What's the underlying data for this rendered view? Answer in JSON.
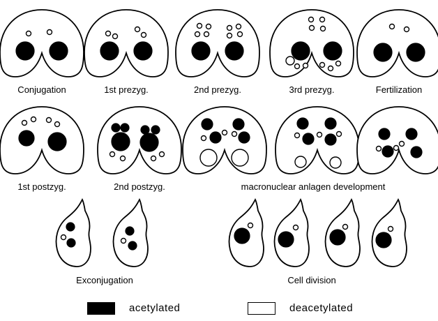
{
  "stage_labels": {
    "conjugation": "Conjugation",
    "first_prezyg": "1st prezyg.",
    "second_prezyg": "2nd prezyg.",
    "third_prezyg": "3rd prezyg.",
    "fertilization": "Fertilization",
    "first_postzyg": "1st postzyg.",
    "second_postzyg": "2nd postzyg.",
    "anlagen": "macronuclear anlagen development",
    "exconjugation": "Exconjugation",
    "cell_division": "Cell division"
  },
  "legend": {
    "acetylated": "acetylated",
    "deacetylated": "deacetylated"
  },
  "colors": {
    "acetylated": "#000000",
    "deacetylated": "#ffffff",
    "outline": "#000000"
  }
}
